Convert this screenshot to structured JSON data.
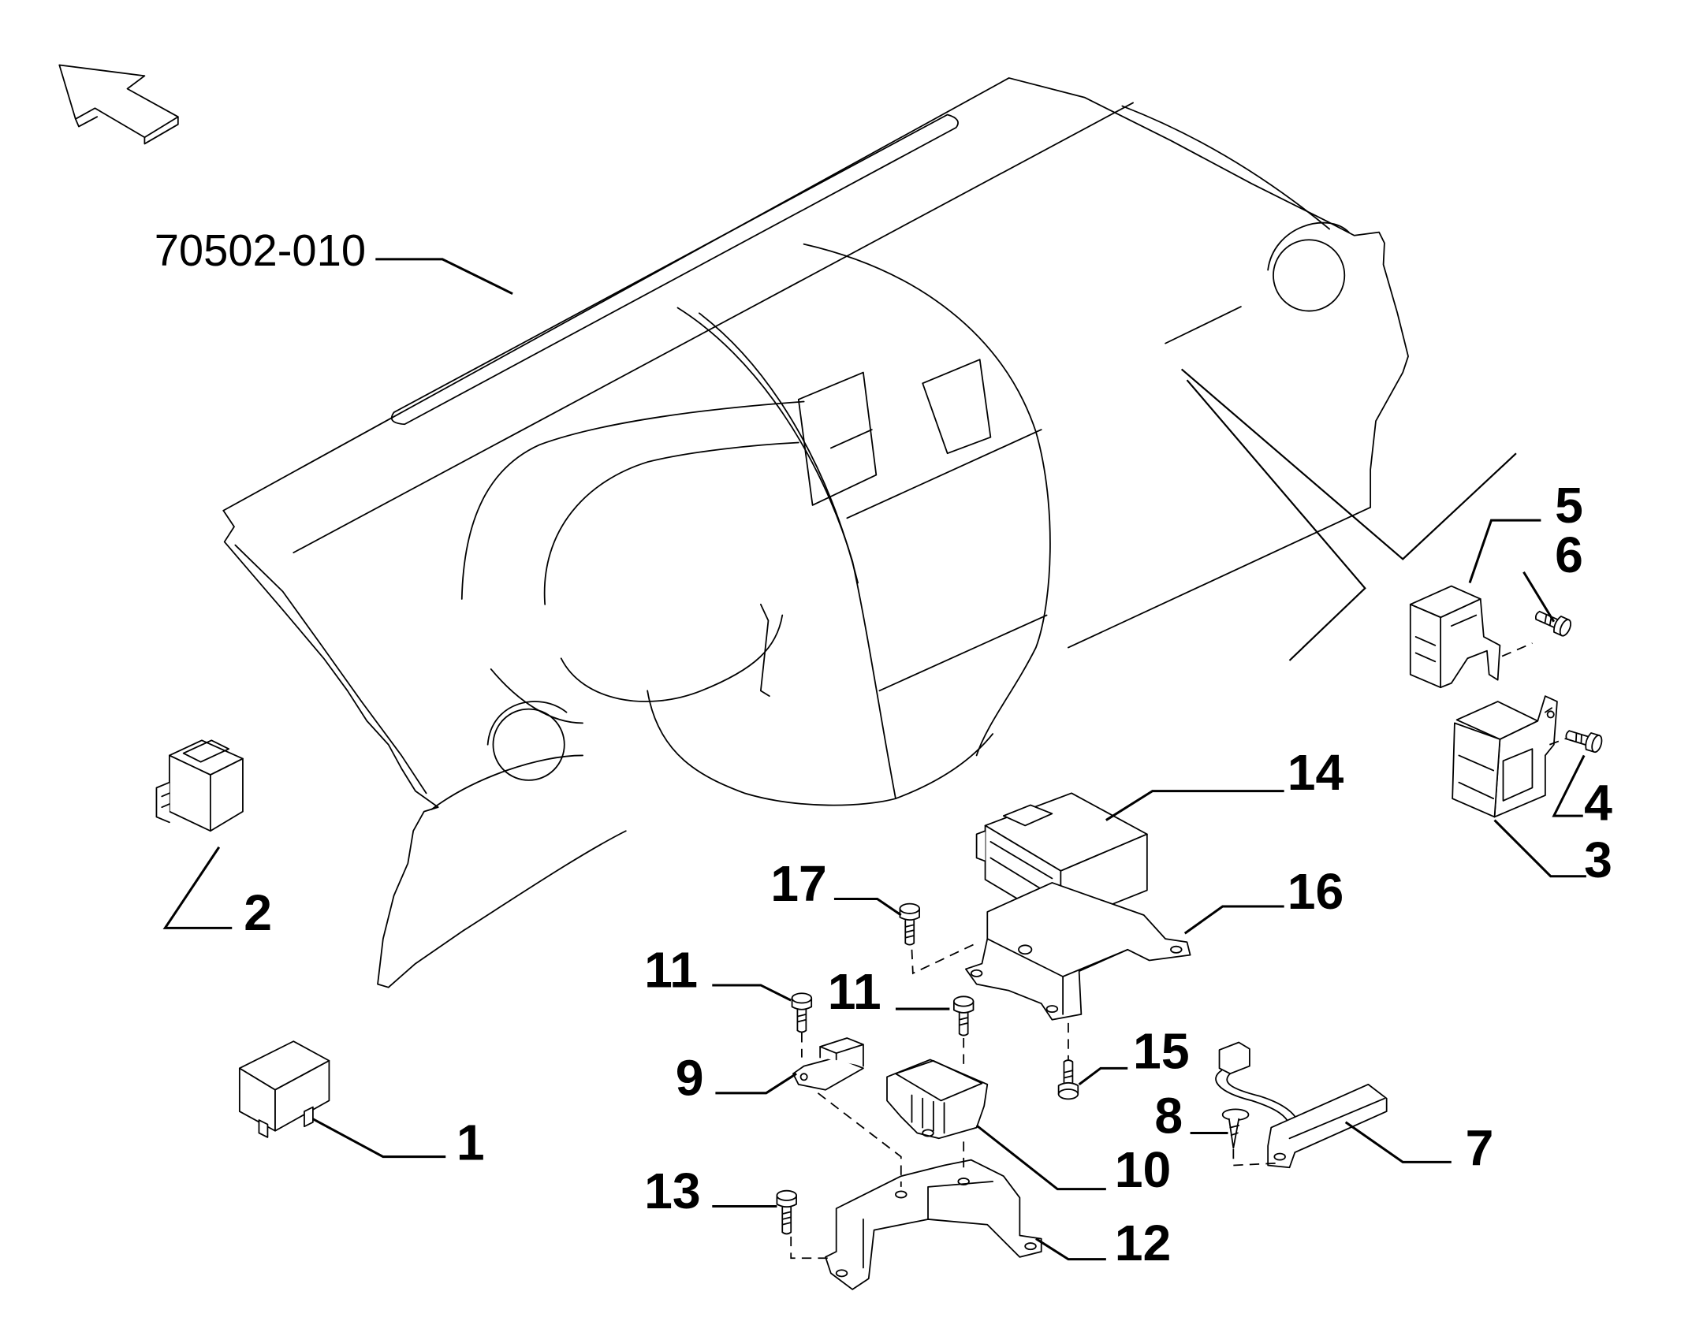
{
  "diagram": {
    "reference_label": "70502-010",
    "callouts": {
      "p1": "1",
      "p2": "2",
      "p3": "3",
      "p4": "4",
      "p5": "5",
      "p6": "6",
      "p7": "7",
      "p8": "8",
      "p9": "9",
      "p10": "10",
      "p11a": "11",
      "p11b": "11",
      "p12": "12",
      "p13": "13",
      "p14": "14",
      "p15": "15",
      "p16": "16",
      "p17": "17"
    }
  },
  "icons": {
    "orientation_arrow": "arrow-up-left-icon"
  },
  "colors": {
    "line": "#000000",
    "background": "#ffffff"
  }
}
